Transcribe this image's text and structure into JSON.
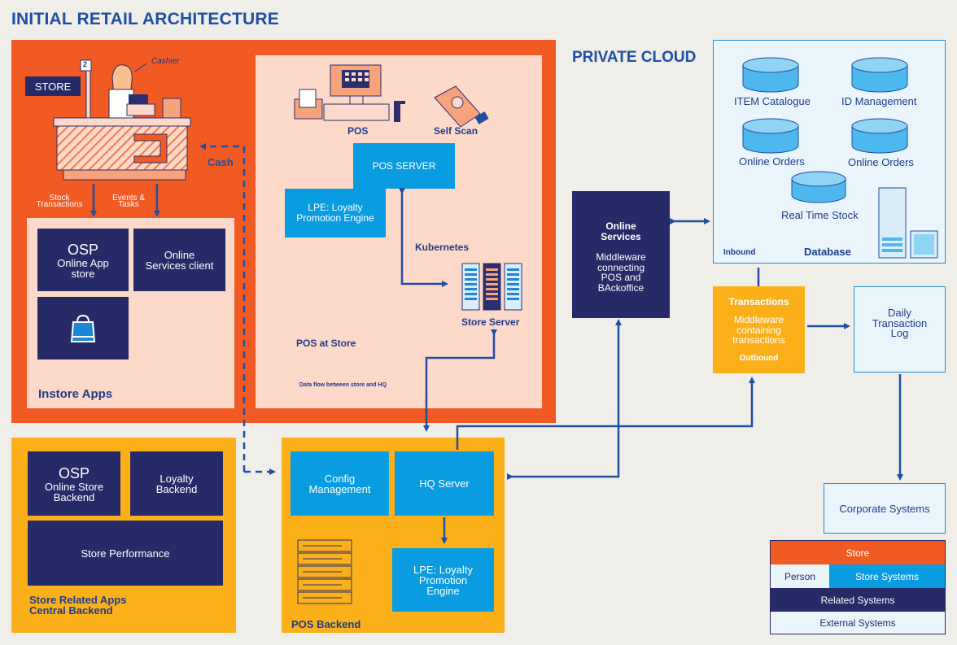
{
  "title": "INITIAL RETAIL ARCHITECTURE",
  "private_cloud": "PRIVATE CLOUD",
  "store": {
    "badge": "STORE",
    "cashier": "Cashier",
    "register_number": "2",
    "cash": "Cash",
    "stock_transactions": "Stock\nTransactions",
    "events_tasks": "Events &\nTasks"
  },
  "instore": {
    "title": "Instore Apps",
    "osp_title": "OSP",
    "osp_sub": "Online App\nstore",
    "online_services_client": "Online\nServices client"
  },
  "pos_store": {
    "pos": "POS",
    "self_scan": "Self Scan",
    "pos_server": "POS SERVER",
    "lpe": "LPE: Loyalty\nPromotion Engine",
    "kubernetes": "Kubernetes",
    "store_server": "Store Server",
    "title": "POS at Store",
    "data_flow": "Data flow between store and HQ"
  },
  "central": {
    "osp_title": "OSP",
    "osp_sub": "Online Store\nBackend",
    "loyalty": "Loyalty\nBackend",
    "store_performance": "Store Performance",
    "title": "Store Related Apps\nCentral Backend"
  },
  "pos_backend": {
    "config": "Config\nManagement",
    "hq_server": "HQ Server",
    "lpe": "LPE: Loyalty\nPromotion\nEngine",
    "title": "POS Backend"
  },
  "online_services": {
    "title": "Online\nServices",
    "desc": "Middleware\nconnecting\nPOS and\nBAckoffice"
  },
  "database": {
    "item_catalogue": "ITEM Catalogue",
    "id_management": "ID Management",
    "online_orders_1": "Online Orders",
    "online_orders_2": "Online Orders",
    "real_time_stock": "Real Time Stock",
    "inbound": "Inbound",
    "title": "Database"
  },
  "transactions": {
    "title": "Transactions",
    "desc": "Middleware\ncontaining\ntransactions",
    "outbound": "Outbound"
  },
  "daily_log": "Daily\nTransaction\nLog",
  "corporate": "Corporate Systems",
  "legend": {
    "store": "Store",
    "person": "Person",
    "store_systems": "Store Systems",
    "related_systems": "Related Systems",
    "external_systems": "External Systems"
  },
  "colors": {
    "orange": "#f25a24",
    "peach": "#fcd9c8",
    "yellow": "#fbb01a",
    "navy": "#262a66",
    "blue": "#0a9ce0",
    "light": "#eaf4fb",
    "arrow": "#1f4ea3"
  }
}
